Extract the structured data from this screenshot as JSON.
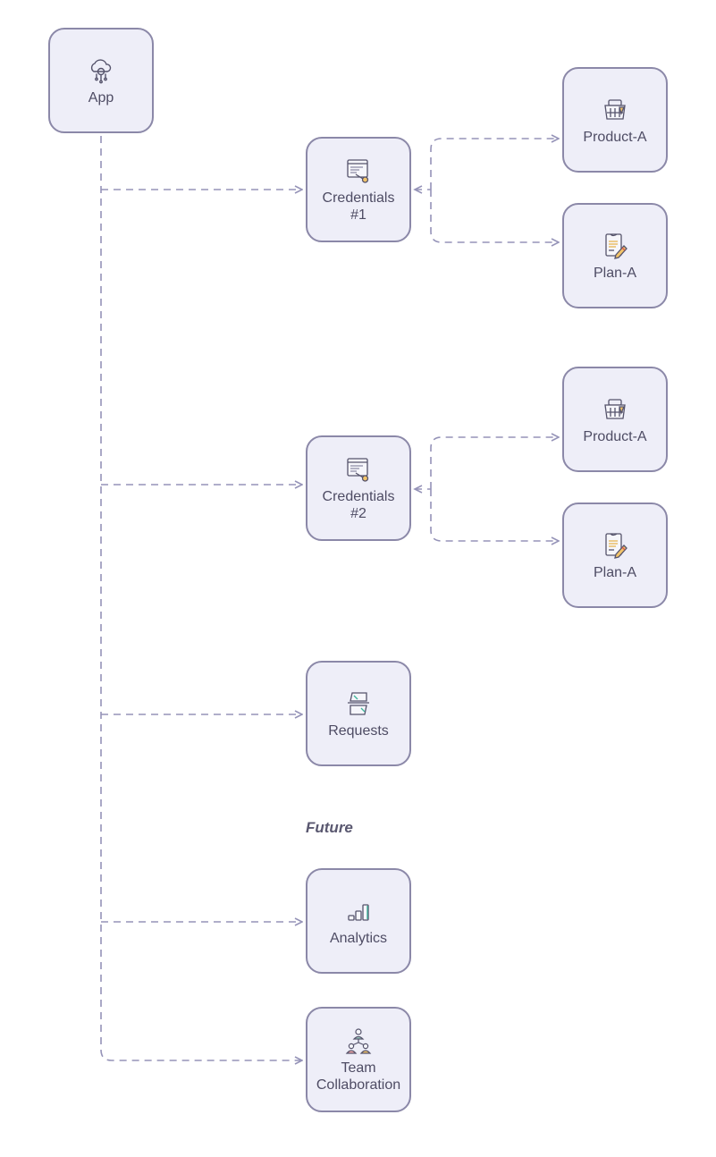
{
  "nodes": {
    "app": {
      "label": "App",
      "icon": "cloud-icon"
    },
    "credentials_1": {
      "label": "Credentials\n#1",
      "icon": "browser-key-icon"
    },
    "product_a_1": {
      "label": "Product-A",
      "icon": "basket-icon"
    },
    "plan_a_1": {
      "label": "Plan-A",
      "icon": "clipboard-pencil-icon"
    },
    "credentials_2": {
      "label": "Credentials\n#2",
      "icon": "browser-key-icon"
    },
    "product_a_2": {
      "label": "Product-A",
      "icon": "basket-icon"
    },
    "plan_a_2": {
      "label": "Plan-A",
      "icon": "clipboard-pencil-icon"
    },
    "requests": {
      "label": "Requests",
      "icon": "document-transfer-icon"
    },
    "analytics": {
      "label": "Analytics",
      "icon": "bar-chart-icon"
    },
    "team_collaboration": {
      "label": "Team\nCollaboration",
      "icon": "team-icon"
    }
  },
  "section": {
    "future_label": "Future"
  },
  "colors": {
    "edge": "#9593b8",
    "node_border": "#8b88a8",
    "node_fill": "#eeeef8",
    "text": "#4e4c64"
  }
}
